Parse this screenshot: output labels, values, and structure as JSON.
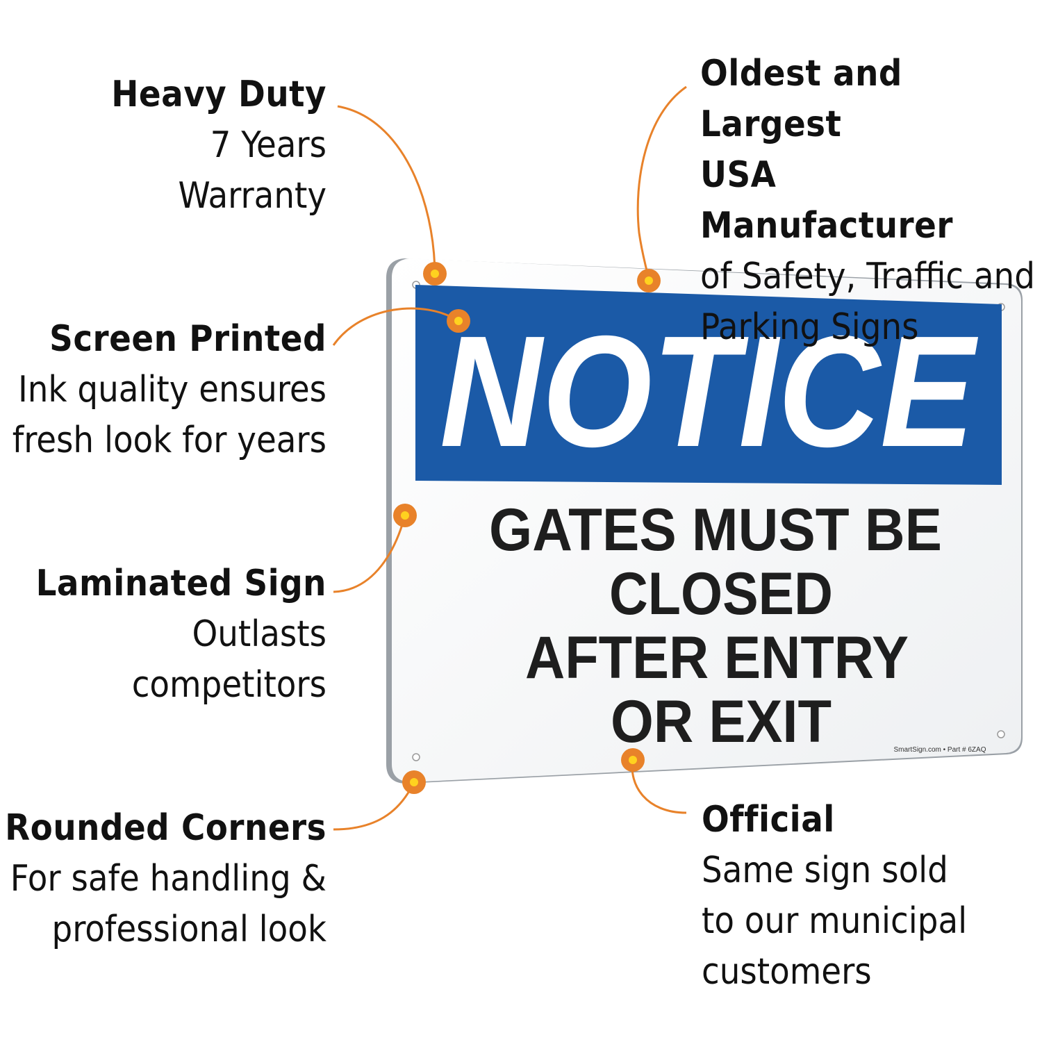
{
  "sign": {
    "header": "NOTICE",
    "body_lines": [
      "GATES MUST BE",
      "CLOSED",
      "AFTER ENTRY",
      "OR EXIT"
    ],
    "footer": "SmartSign.com • Part # 6ZAQ",
    "colors": {
      "header_bg": "#1b5aa7",
      "header_text": "#ffffff",
      "body_text": "#1e1e1e"
    }
  },
  "callouts": {
    "heavy_duty": {
      "title": "Heavy Duty",
      "lines": [
        "7 Years",
        "Warranty"
      ]
    },
    "screen_printed": {
      "title": "Screen Printed",
      "lines": [
        "Ink quality ensures",
        "fresh look for years"
      ]
    },
    "laminated": {
      "title": "Laminated Sign",
      "lines": [
        "Outlasts",
        "competitors"
      ]
    },
    "rounded": {
      "title": "Rounded Corners",
      "lines": [
        "For safe handling &",
        "professional look"
      ]
    },
    "oldest": {
      "title_lines": [
        "Oldest and Largest",
        "USA Manufacturer"
      ],
      "lines": [
        "of Safety, Traffic and",
        "Parking Signs"
      ]
    },
    "official": {
      "title": "Official",
      "lines": [
        "Same sign sold",
        "to our municipal",
        "customers"
      ]
    }
  },
  "colors": {
    "accent": "#e8822a",
    "dot_center": "#ffd21f"
  }
}
